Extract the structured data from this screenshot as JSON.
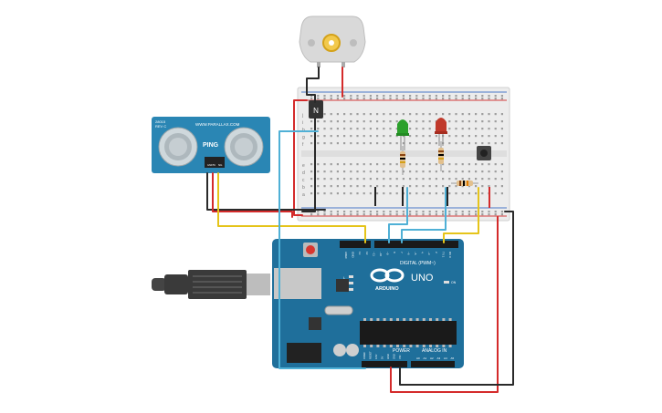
{
  "arduino": {
    "brand": "ARDUINO",
    "model": "UNO",
    "digital_label": "DIGITAL (PWM~)",
    "power_label": "POWER",
    "analog_label": "ANALOG IN",
    "on_label": "ON",
    "tx_label": "TX",
    "rx_label": "RX",
    "l_label": "L",
    "top_pin_labels": [
      "AREF",
      "GND",
      "13",
      "12",
      "~11",
      "~10",
      "~9",
      "8",
      "7",
      "~6",
      "~5",
      "4",
      "~3",
      "2",
      "TX 1",
      "RX 0"
    ],
    "power_pin_labels": [
      "IOREF",
      "RESET",
      "3.3V",
      "5V",
      "GND",
      "GND",
      "VIN"
    ],
    "analog_pin_labels": [
      "A0",
      "A1",
      "A2",
      "A3",
      "A4",
      "A5"
    ]
  },
  "sensor": {
    "name": "PING",
    "line1": "28015",
    "line2": "REV C",
    "url": "WWW.PARALLAX.COM",
    "pin_labels": [
      "GND",
      "5V",
      "SIG"
    ]
  },
  "breadboard": {
    "row_letters_top": [
      "a",
      "b",
      "c",
      "d",
      "e"
    ],
    "row_letters_bottom": [
      "f",
      "g",
      "h",
      "i",
      "j"
    ]
  },
  "transistor": {
    "label": "N"
  },
  "colors": {
    "arduino_board": "#1f6f9b",
    "sensor_board": "#2a86b4",
    "wire_red": "#d42b2b",
    "wire_black": "#2a2a2a",
    "wire_yellow": "#e5c41a",
    "wire_blue": "#4fb0d6",
    "led_green": "#2ca02c",
    "led_red": "#c0392b"
  }
}
